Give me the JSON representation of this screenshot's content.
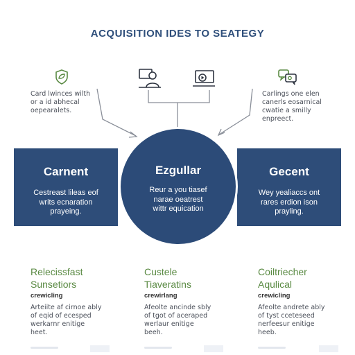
{
  "title": "ACQUISITION IDES TO SEATEGY",
  "notes": {
    "left": [
      "Card lwinces wilth",
      "or a id abhecal",
      "oepearalets."
    ],
    "right": [
      "Carlings one elen",
      "canerls eosarnical",
      "cwatie a smilly",
      "enpreect."
    ]
  },
  "boxes": {
    "left": {
      "title": "Carnent",
      "lines": [
        "Cestreast lileas eof",
        "writs ecnaration",
        "prayeing."
      ]
    },
    "center": {
      "title": "Ezgullar",
      "lines": [
        "Reur a you tiasef",
        "narae oeatrest",
        "wittr equication"
      ]
    },
    "right": {
      "title": "Gecent",
      "lines": [
        "Wey yealiaccs ont",
        "rares erdion ison",
        "prayling."
      ]
    }
  },
  "columns": [
    {
      "title_lines": [
        "Relecissfast",
        "Sunsetiors"
      ],
      "sub": "crewicling",
      "lines": [
        "Arteiite af cirnoe ably",
        "of eqid of ecesped",
        "werkarnr enitige",
        "heet."
      ]
    },
    {
      "title_lines": [
        "Custele",
        "Tiaveratins"
      ],
      "sub": "crewirlang",
      "lines": [
        "Afeolte ancinde sbly",
        "of tgot of aceraped",
        "werlaur enitige",
        "beeh."
      ]
    },
    {
      "title_lines": [
        "Coiltriecher",
        "Aqulical"
      ],
      "sub": "crewicling",
      "lines": [
        "Afeolte andrete ably",
        "of tyst cceteseed",
        "nerfeesur enitige",
        "heeb."
      ]
    }
  ],
  "colors": {
    "navy": "#2e4d79",
    "green": "#5a8a43",
    "text": "#4a4f59"
  },
  "icons": [
    "shield-leaf-icon",
    "person-at-computer-icon",
    "monitor-play-icon",
    "chat-bubbles-icon"
  ]
}
